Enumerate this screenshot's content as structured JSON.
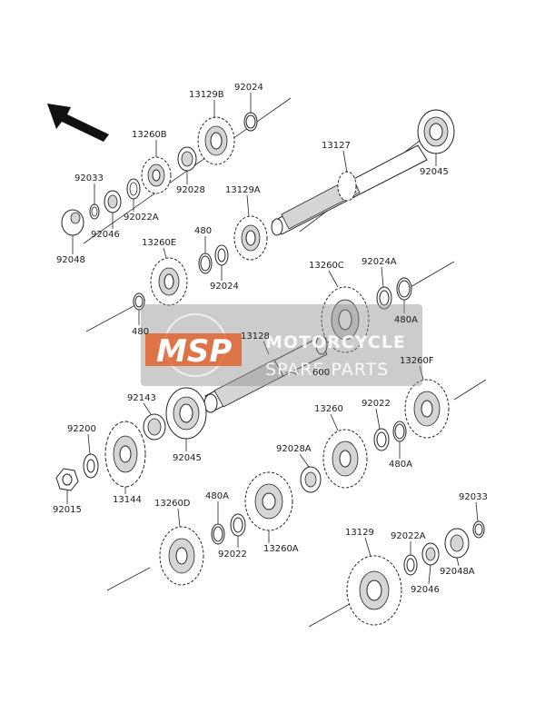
{
  "diagram": {
    "labels": {
      "p13129B": "13129B",
      "p92024a": "92024",
      "p13260B": "13260B",
      "p13127": "13127",
      "p92033a": "92033",
      "p92028": "92028",
      "p92045a": "92045",
      "p92022Aa": "92022A",
      "p13129A": "13129A",
      "p92046a": "92046",
      "p92048": "92048",
      "p480a": "480",
      "p13260E": "13260E",
      "p92024b": "92024",
      "p13260C": "13260C",
      "p92024A": "92024A",
      "p480b": "480",
      "p480Aa": "480A",
      "p13128": "13128",
      "p600": "600",
      "p13260F": "13260F",
      "p92143": "92143",
      "p13260": "13260",
      "p92022a": "92022",
      "p92200": "92200",
      "p92045b": "92045",
      "p92028A": "92028A",
      "p480Ab": "480A",
      "p13144": "13144",
      "p92015": "92015",
      "p13260D": "13260D",
      "p480Ac": "480A",
      "p92033b": "92033",
      "p92022b": "92022",
      "p13260A": "13260A",
      "p13129": "13129",
      "p92022Ab": "92022A",
      "p92046b": "92046",
      "p92048A": "92048A"
    }
  },
  "watermark": {
    "logo": "MSP",
    "line1": "MOTORCYCLE",
    "line2": "SPARE PARTS"
  }
}
